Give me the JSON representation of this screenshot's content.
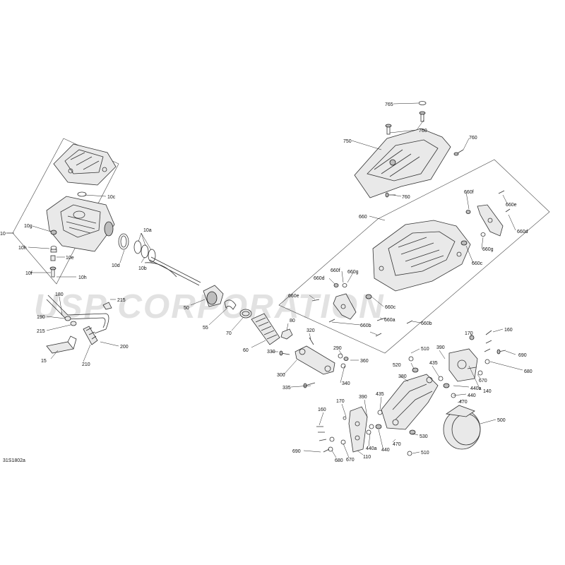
{
  "diagram": {
    "reference_code": "31S1802a",
    "watermark": "USP CORPORATION",
    "callouts": [
      {
        "id": "765",
        "text": "765"
      },
      {
        "id": "760a",
        "text": "760"
      },
      {
        "id": "750",
        "text": "750"
      },
      {
        "id": "760b",
        "text": "760"
      },
      {
        "id": "760c",
        "text": "760"
      },
      {
        "id": "660",
        "text": "660"
      },
      {
        "id": "660f_r",
        "text": "660f"
      },
      {
        "id": "660e_r",
        "text": "660e"
      },
      {
        "id": "660d_r",
        "text": "660d"
      },
      {
        "id": "660g_r",
        "text": "660g"
      },
      {
        "id": "660c_r",
        "text": "660c"
      },
      {
        "id": "660d_l",
        "text": "660d"
      },
      {
        "id": "660f_l",
        "text": "660f"
      },
      {
        "id": "660g_l",
        "text": "660g"
      },
      {
        "id": "660e_l",
        "text": "660e"
      },
      {
        "id": "660c_l",
        "text": "660c"
      },
      {
        "id": "660a",
        "text": "660a"
      },
      {
        "id": "660b_a",
        "text": "660b"
      },
      {
        "id": "660b_b",
        "text": "660b"
      },
      {
        "id": "10",
        "text": "10"
      },
      {
        "id": "10c",
        "text": "10c"
      },
      {
        "id": "10g",
        "text": "10g"
      },
      {
        "id": "10a",
        "text": "10a"
      },
      {
        "id": "10h_a",
        "text": "10h"
      },
      {
        "id": "10e",
        "text": "10e"
      },
      {
        "id": "10d",
        "text": "10d"
      },
      {
        "id": "10b",
        "text": "10b"
      },
      {
        "id": "10f",
        "text": "10f"
      },
      {
        "id": "10h_b",
        "text": "10h"
      },
      {
        "id": "180",
        "text": "180"
      },
      {
        "id": "215_a",
        "text": "215"
      },
      {
        "id": "190",
        "text": "190"
      },
      {
        "id": "215_b",
        "text": "215"
      },
      {
        "id": "50",
        "text": "50"
      },
      {
        "id": "55",
        "text": "55"
      },
      {
        "id": "70",
        "text": "70"
      },
      {
        "id": "80",
        "text": "80"
      },
      {
        "id": "60",
        "text": "60"
      },
      {
        "id": "200",
        "text": "200"
      },
      {
        "id": "15",
        "text": "15"
      },
      {
        "id": "210",
        "text": "210"
      },
      {
        "id": "320",
        "text": "320"
      },
      {
        "id": "330",
        "text": "330"
      },
      {
        "id": "290",
        "text": "290"
      },
      {
        "id": "360",
        "text": "360"
      },
      {
        "id": "300",
        "text": "300"
      },
      {
        "id": "340",
        "text": "340"
      },
      {
        "id": "335",
        "text": "335"
      },
      {
        "id": "510_a",
        "text": "510"
      },
      {
        "id": "390_a",
        "text": "390"
      },
      {
        "id": "170_a",
        "text": "170"
      },
      {
        "id": "160_a",
        "text": "160"
      },
      {
        "id": "690_a",
        "text": "690"
      },
      {
        "id": "680_a",
        "text": "680"
      },
      {
        "id": "520",
        "text": "520"
      },
      {
        "id": "435_a",
        "text": "435"
      },
      {
        "id": "380",
        "text": "380"
      },
      {
        "id": "670_a",
        "text": "670"
      },
      {
        "id": "440a_a",
        "text": "440a"
      },
      {
        "id": "140",
        "text": "140"
      },
      {
        "id": "440_a",
        "text": "440"
      },
      {
        "id": "470_a",
        "text": "470"
      },
      {
        "id": "500",
        "text": "500"
      },
      {
        "id": "390_b",
        "text": "390"
      },
      {
        "id": "435_b",
        "text": "435"
      },
      {
        "id": "170_b",
        "text": "170"
      },
      {
        "id": "160_b",
        "text": "160"
      },
      {
        "id": "440a_b",
        "text": "440a"
      },
      {
        "id": "440_b",
        "text": "440"
      },
      {
        "id": "470_b",
        "text": "470"
      },
      {
        "id": "530",
        "text": "530"
      },
      {
        "id": "670_b",
        "text": "670"
      },
      {
        "id": "110",
        "text": "110"
      },
      {
        "id": "690_b",
        "text": "690"
      },
      {
        "id": "680_b",
        "text": "680"
      },
      {
        "id": "510_b",
        "text": "510"
      }
    ]
  }
}
